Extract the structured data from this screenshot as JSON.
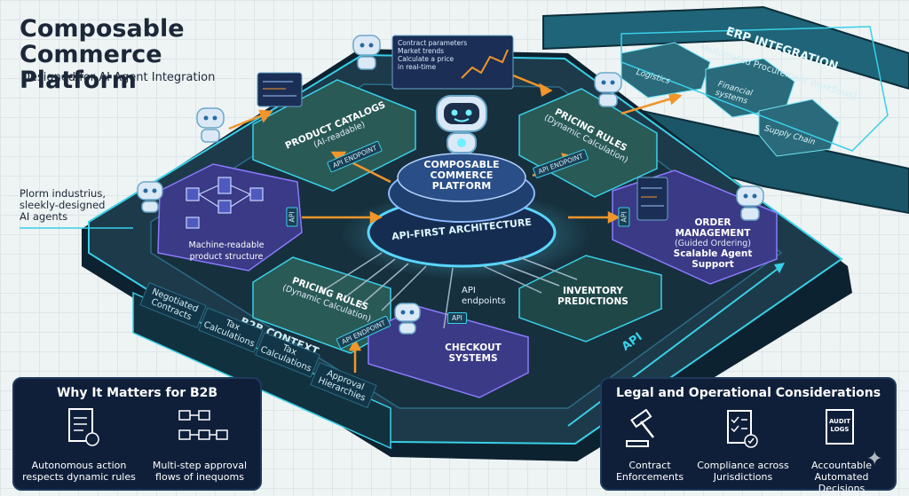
{
  "header": {
    "title_line1": "Composable",
    "title_line2": "Commerce Platform",
    "subtitle": "Designed for AI Agent Integration"
  },
  "side_note": {
    "line1": "Plorm industrius,",
    "line2": "sleekly-designed",
    "line3": "AI agents"
  },
  "hub": {
    "line1": "COMPOSABLE",
    "line2": "COMMERCE",
    "line3": "PLATFORM",
    "ring_label": "API-FIRST ARCHITECTURE"
  },
  "tooltip": {
    "line1": "Contract parameters",
    "line2": "Market trends",
    "line3": "Calculate a price",
    "line4": "in real-time"
  },
  "cards": {
    "product_catalogs": {
      "title": "PRODUCT CATALOGS",
      "sub": "(AI-readable)",
      "tag": "API ENDPOINT"
    },
    "pricing_top": {
      "title": "PRICING RULES",
      "sub": "(Dynamic Calculation)",
      "tag": "API ENDPOINT"
    },
    "machine": {
      "caption1": "Machine-readable",
      "caption2": "product structure",
      "tag": "API"
    },
    "order": {
      "line1": "ORDER",
      "line2": "MANAGEMENT",
      "sub": "(Guided Ordering)",
      "line3": "Scalable Agent",
      "line4": "Support",
      "tag": "API"
    },
    "pricing_bottom": {
      "title": "PRICING RULES",
      "sub": "(Dynamic Calculation)",
      "tag": "API ENDPOINT"
    },
    "inventory": {
      "line1": "INVENTORY",
      "line2": "PREDICTIONS"
    },
    "checkout": {
      "line1": "CHECKOUT",
      "line2": "SYSTEMS",
      "tag": "API"
    }
  },
  "api_endpoints": {
    "line1": "API",
    "line2": "endpoints"
  },
  "board_api_label": "API",
  "b2b": {
    "label": "B2B CONTEXT",
    "strips": [
      {
        "line1": "Negotiated",
        "line2": "Contracts"
      },
      {
        "line1": "Tax",
        "line2": "Calculations"
      },
      {
        "line1": "Tax",
        "line2": "Calculations"
      },
      {
        "line1": "Approval",
        "line2": "Hierarchies"
      }
    ]
  },
  "erp": {
    "title": "ERP INTEGRATION",
    "sub": "(Automated Procurement Workflows)",
    "items": [
      {
        "label": "Logistics"
      },
      {
        "label": "Financial systems"
      },
      {
        "label": "Supply Chain"
      }
    ]
  },
  "why_panel": {
    "title": "Why It Matters for B2B",
    "items": [
      {
        "line1": "Autonomous action",
        "line2": "respects dynamic rules"
      },
      {
        "line1": "Multi-step approval",
        "line2": "flows of inequoms"
      }
    ]
  },
  "legal_panel": {
    "title": "Legal and Operational Considerations",
    "items": [
      {
        "line1": "Contract",
        "line2": "Enforcements"
      },
      {
        "line1": "Compliance across",
        "line2": "Jurisdictions"
      },
      {
        "line1": "Accountable",
        "line2": "Automated Decisions"
      }
    ],
    "audit_line1": "AUDIT",
    "audit_line2": "LOGS"
  },
  "colors": {
    "board": "#1d3a4a",
    "board_edge": "#0d2230",
    "accent": "#39d0e8",
    "card_green": "#1d4a4a",
    "card_purple": "#3a3a86",
    "arrow": "#f0962a",
    "panel": "#0f1f3a"
  }
}
